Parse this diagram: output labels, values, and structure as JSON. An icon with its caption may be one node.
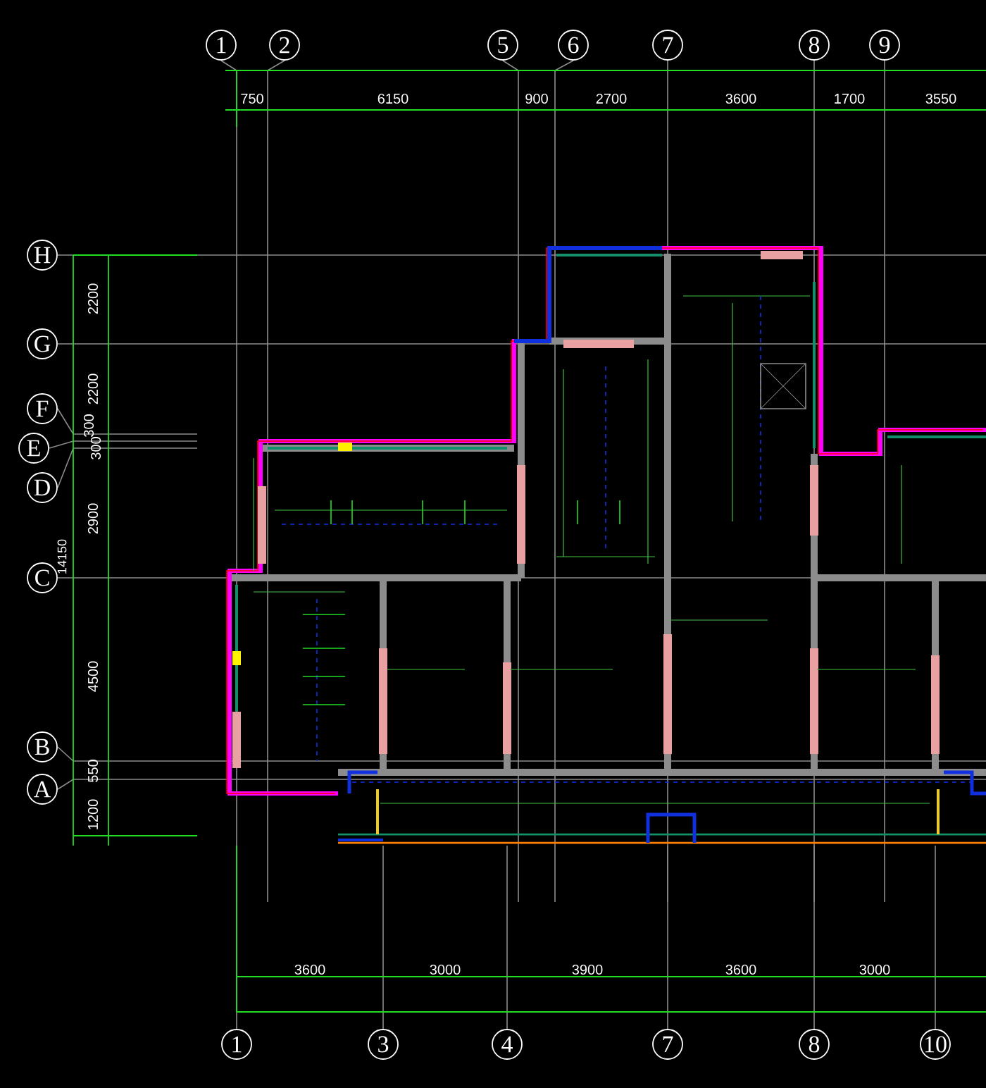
{
  "diagram": {
    "nodes": [
      {
        "text": [
          "1"
        ]
      },
      {
        "text": [
          "2"
        ]
      },
      {
        "text": [
          "5"
        ]
      },
      {
        "text": [
          "6"
        ]
      },
      {
        "text": [
          "7"
        ]
      },
      {
        "text": [
          "8"
        ]
      },
      {
        "text": [
          "9"
        ]
      },
      {
        "text": [
          "H"
        ]
      },
      {
        "text": [
          "G"
        ]
      },
      {
        "text": [
          "F"
        ]
      },
      {
        "text": [
          "E"
        ]
      },
      {
        "text": [
          "D"
        ]
      },
      {
        "text": [
          "C"
        ]
      },
      {
        "text": [
          "B"
        ]
      },
      {
        "text": [
          "A"
        ]
      },
      {
        "text": [
          "1"
        ]
      },
      {
        "text": [
          "3"
        ]
      },
      {
        "text": [
          "4"
        ]
      },
      {
        "text": [
          "7"
        ]
      },
      {
        "text": [
          "8"
        ]
      },
      {
        "text": [
          "10"
        ]
      }
    ],
    "edges": [],
    "labels": [
      "750",
      "6150",
      "900",
      "2700",
      "3600",
      "1700",
      "3550",
      "2200",
      "2200",
      "300",
      "300",
      "2900",
      "14150",
      "4500",
      "550",
      "1200",
      "3600",
      "3000",
      "3900",
      "3600",
      "3000"
    ]
  }
}
